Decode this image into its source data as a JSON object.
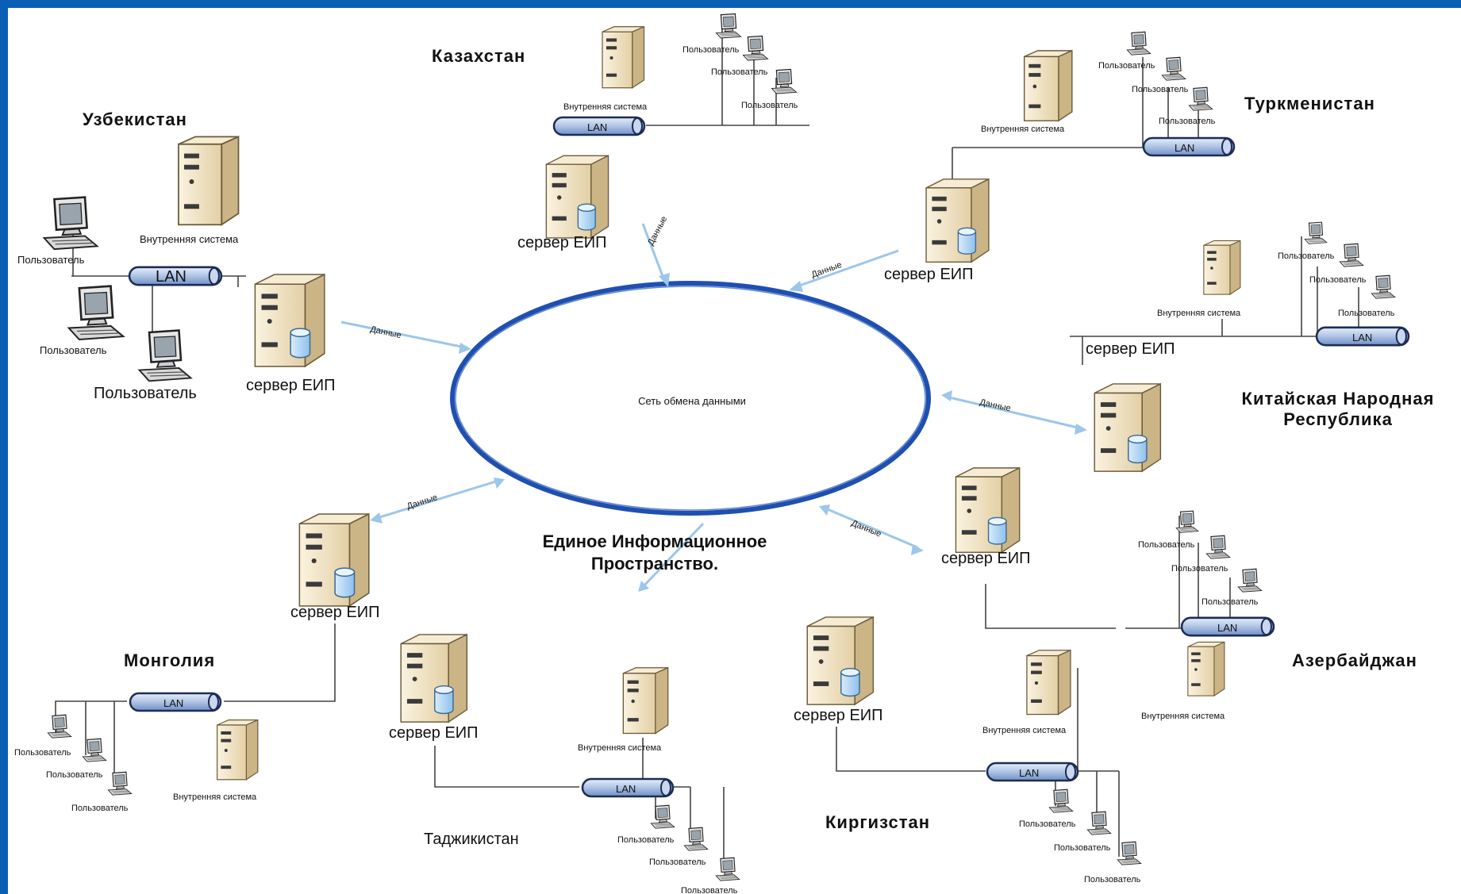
{
  "network": {
    "label": "Сеть обмена данными"
  },
  "center_title": {
    "line1": "Единое Информационное",
    "line2": "Пространство."
  },
  "common": {
    "server": "сервер ЕИП",
    "internal": "Внутренняя система",
    "user": "Пользователь",
    "lan": "LAN",
    "data": "Данные"
  },
  "countries": {
    "kazakhstan": "Казахстан",
    "uzbekistan": "Узбекистан",
    "turkmenistan": "Туркменистан",
    "china_line1": "Китайская Народная",
    "china_line2": "Республика",
    "mongolia": "Монголия",
    "tajikistan": "Таджикистан",
    "kyrgyzstan": "Киргизстан",
    "azerbaijan": "Азербайджан"
  },
  "colors": {
    "frame": "#0a5fb4",
    "ring": "#1f4fb0",
    "arrow": "#9cc6ea",
    "server_body": "#f1e6cc",
    "lan_bar": "#b3c8e8"
  },
  "icons": {
    "server": "server-tower-icon",
    "database": "database-icon",
    "workstation": "workstation-icon",
    "lan": "lan-bus-icon"
  }
}
